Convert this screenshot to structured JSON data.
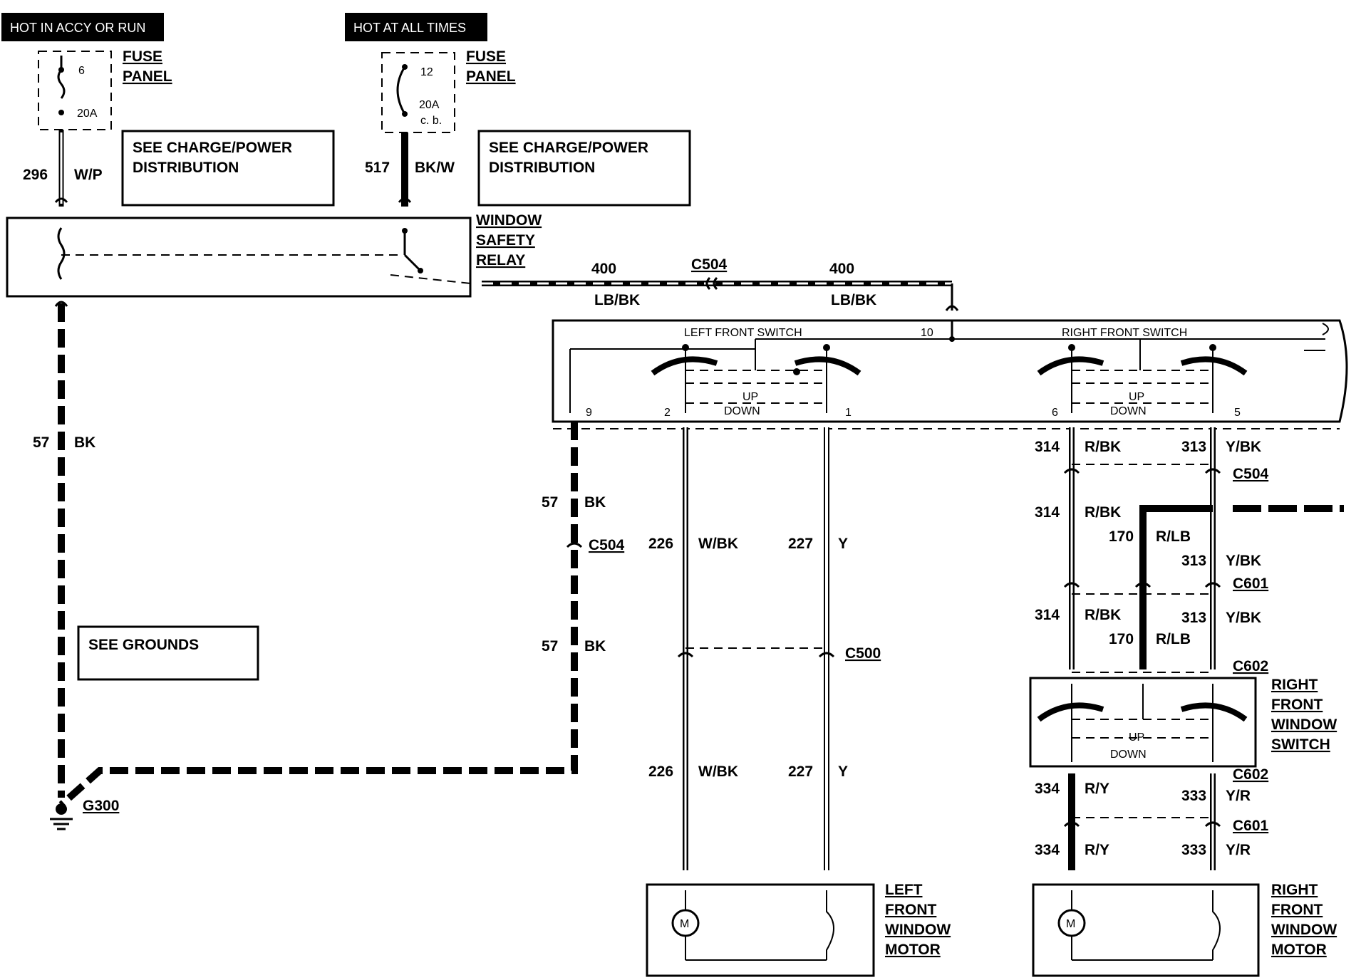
{
  "power": {
    "accy_run": "HOT IN ACCY OR RUN",
    "all_times": "HOT AT ALL TIMES"
  },
  "fuses": [
    {
      "num": "6",
      "rating": "20A",
      "rating2": "",
      "label1": "FUSE",
      "label2": "PANEL"
    },
    {
      "num": "12",
      "rating": "20A",
      "rating2": "c. b.",
      "label1": "FUSE",
      "label2": "PANEL"
    }
  ],
  "notes": {
    "charge1_l1": "SEE CHARGE/POWER",
    "charge1_l2": "DISTRIBUTION",
    "charge2_l1": "SEE CHARGE/POWER",
    "charge2_l2": "DISTRIBUTION",
    "grounds": "SEE GROUNDS"
  },
  "relay": {
    "l1": "WINDOW",
    "l2": "SAFETY",
    "l3": "RELAY"
  },
  "circuits": {
    "c296": "296",
    "c296_color": "W/P",
    "c517": "517",
    "c517_color": "BK/W",
    "c400": "400",
    "c400_color": "LB/BK",
    "c57": "57",
    "c57_color": "BK",
    "c226": "226",
    "c226_color": "W/BK",
    "c227": "227",
    "c227_color": "Y",
    "c314": "314",
    "c314_color": "R/BK",
    "c313": "313",
    "c313_color": "Y/BK",
    "c170": "170",
    "c170_color": "R/LB",
    "c334": "334",
    "c334_color": "R/Y",
    "c333": "333",
    "c333_color": "Y/R"
  },
  "connectors": {
    "c504": "C504",
    "c500": "C500",
    "c601": "C601",
    "c602": "C602",
    "g300": "G300"
  },
  "switch_assy": {
    "left": "LEFT FRONT SWITCH",
    "right": "RIGHT FRONT SWITCH",
    "pin10": "10",
    "pin9": "9",
    "pin2": "2",
    "pin1": "1",
    "pin6": "6",
    "pin5": "5",
    "up": "UP",
    "down": "DOWN"
  },
  "rf_switch": {
    "l1": "RIGHT",
    "l2": "FRONT",
    "l3": "WINDOW",
    "l4": "SWITCH"
  },
  "lf_motor": {
    "l1": "LEFT",
    "l2": "FRONT",
    "l3": "WINDOW",
    "l4": "MOTOR",
    "m": "M"
  },
  "rf_motor": {
    "l1": "RIGHT",
    "l2": "FRONT",
    "l3": "WINDOW",
    "l4": "MOTOR",
    "m": "M"
  }
}
